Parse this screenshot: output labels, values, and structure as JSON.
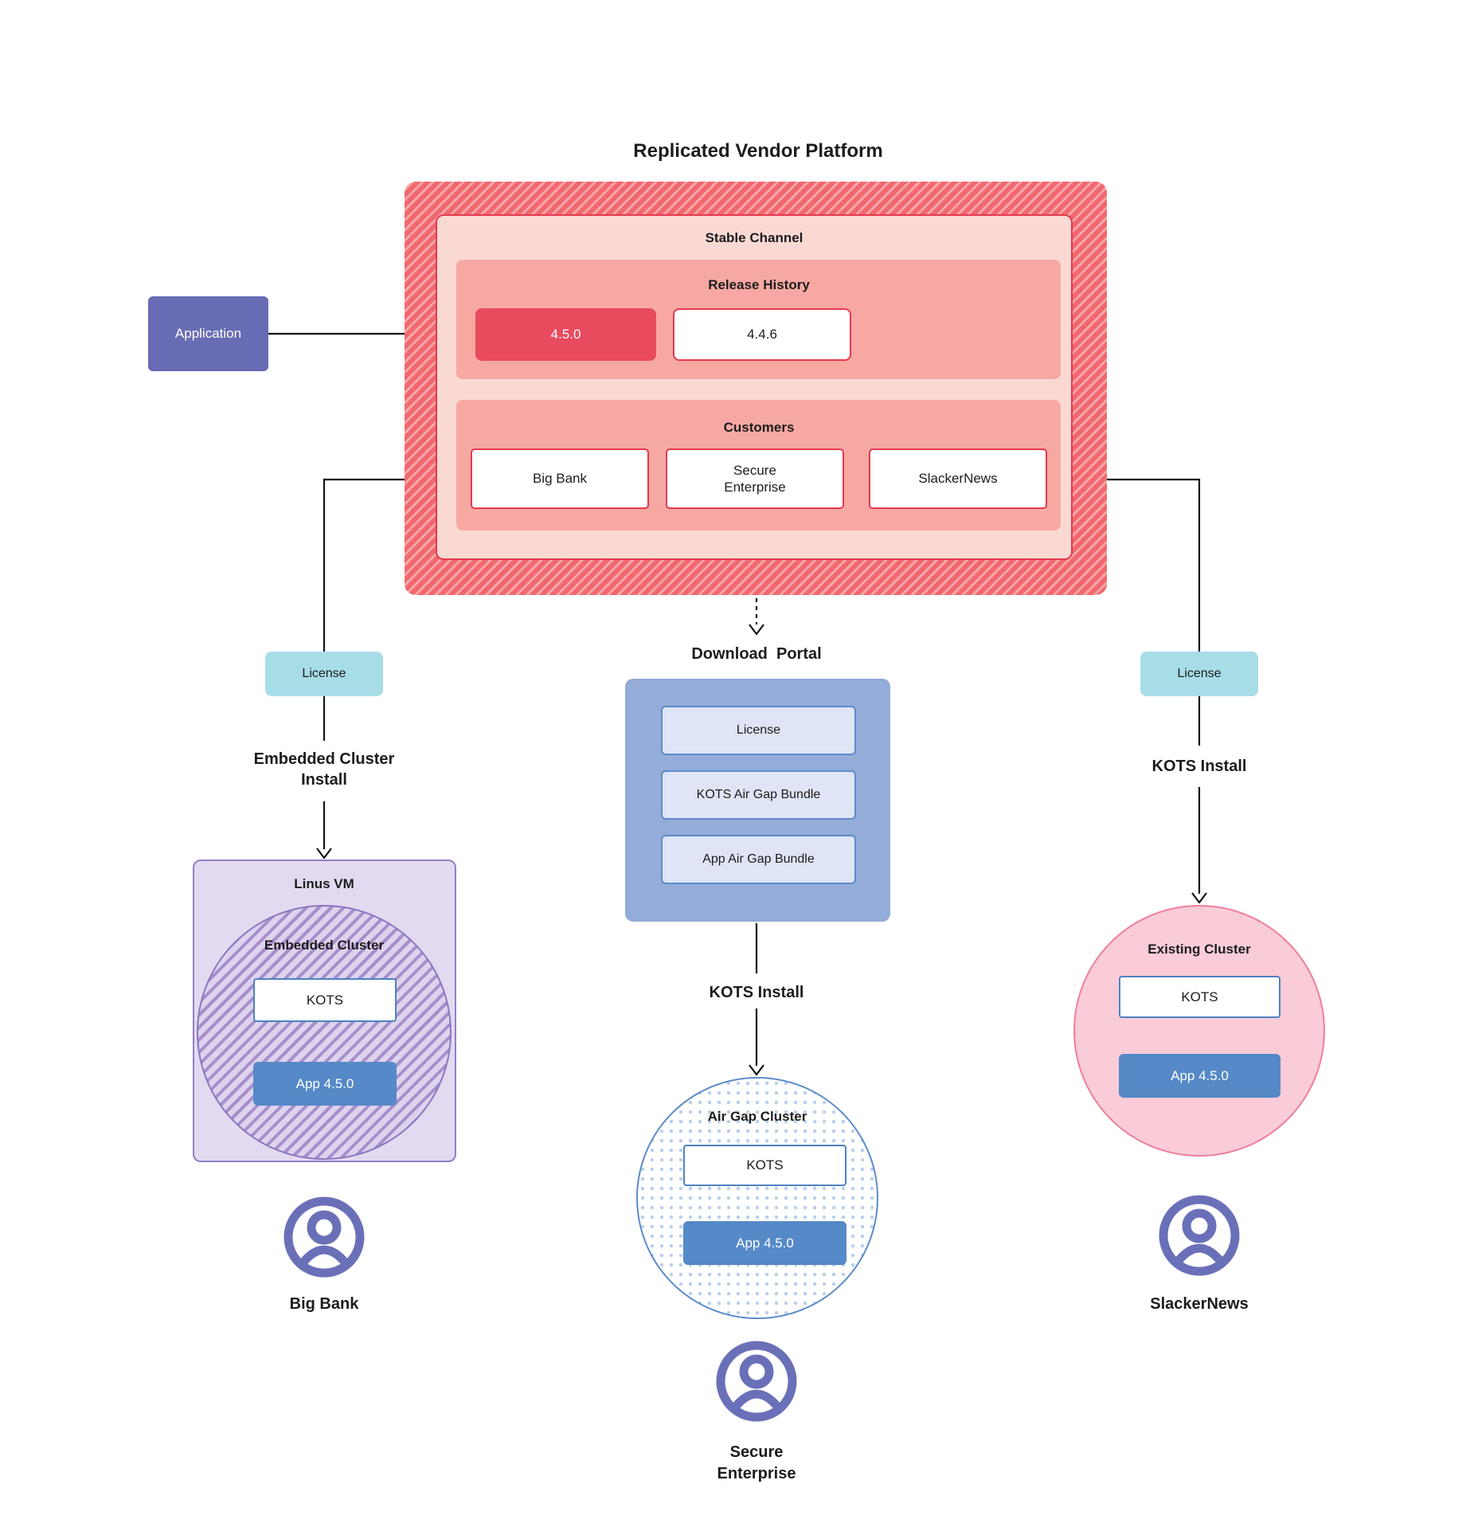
{
  "title": "Replicated Vendor Platform",
  "colors": {
    "platform_red": "#f1686f",
    "platform_stripe": "#f7a6a8",
    "channel_pink": "#fbd9d3",
    "panel_salmon": "#f7a8a2",
    "accent_red": "#e5394f",
    "release_red": "#e84a5e",
    "app_blue": "#5589c7",
    "portal_blue": "#93acd8",
    "portal_item_bg": "#dfe4f6",
    "license_teal": "#a7dde7",
    "application_indigo": "#676cb4",
    "vm_purple_bg": "#e3daf1",
    "vm_purple_border": "#9180c4",
    "existing_pink_bg": "#f9ccd8",
    "existing_pink_border": "#ee7f9f",
    "user_icon": "#6a70b8"
  },
  "platform": {
    "stable_channel_label": "Stable Channel",
    "release_history_label": "Release History",
    "releases": [
      "4.5.0",
      "4.4.6"
    ],
    "customers_label": "Customers",
    "customers": [
      "Big Bank",
      "Secure\nEnterprise",
      "SlackerNews"
    ]
  },
  "application_label": "Application",
  "left_flow": {
    "license_label": "License",
    "install_label": "Embedded Cluster\nInstall",
    "vm_label": "Linus VM",
    "cluster_label": "Embedded Cluster",
    "kots_label": "KOTS",
    "app_label": "App 4.5.0",
    "customer_label": "Big Bank"
  },
  "center_flow": {
    "portal_label": "Download  Portal",
    "portal_items": [
      "License",
      "KOTS Air Gap Bundle",
      "App Air Gap Bundle"
    ],
    "install_label": "KOTS Install",
    "cluster_label": "Air Gap Cluster",
    "kots_label": "KOTS",
    "app_label": "App 4.5.0",
    "customer_label": "Secure\nEnterprise"
  },
  "right_flow": {
    "license_label": "License",
    "install_label": "KOTS Install",
    "cluster_label": "Existing Cluster",
    "kots_label": "KOTS",
    "app_label": "App 4.5.0",
    "customer_label": "SlackerNews"
  }
}
